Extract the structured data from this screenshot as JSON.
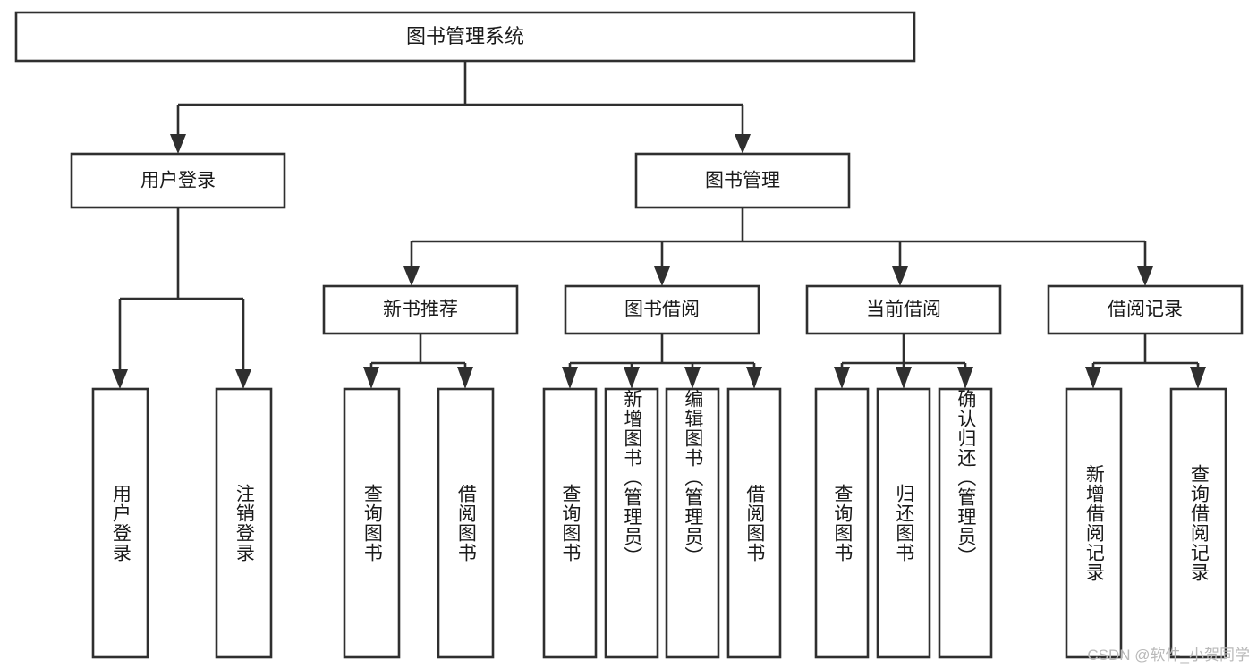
{
  "diagram": {
    "type": "tree",
    "title": "图书管理系统",
    "watermark": "CSDN @软件_小贺同学",
    "colors": {
      "stroke": "#2f2f2f",
      "fill": "#ffffff",
      "text": "#1a1a1a",
      "watermark": "#b9b9b9",
      "background": "#ffffff"
    },
    "root": {
      "label": "图书管理系统"
    },
    "level2": [
      {
        "label": "用户登录"
      },
      {
        "label": "图书管理"
      }
    ],
    "level3": [
      {
        "label": "新书推荐"
      },
      {
        "label": "图书借阅"
      },
      {
        "label": "当前借阅"
      },
      {
        "label": "借阅记录"
      }
    ],
    "leaves": {
      "user_login": [
        {
          "label": "用户登录"
        },
        {
          "label": "注销登录"
        }
      ],
      "new_book": [
        {
          "label": "查询图书"
        },
        {
          "label": "借阅图书"
        }
      ],
      "book_borrow": [
        {
          "label": "查询图书"
        },
        {
          "label": "新增图书（管理员）"
        },
        {
          "label": "编辑图书（管理员）"
        },
        {
          "label": "借阅图书"
        }
      ],
      "current_borrow": [
        {
          "label": "查询图书"
        },
        {
          "label": "归还图书"
        },
        {
          "label": "确认归还（管理员）"
        }
      ],
      "borrow_record": [
        {
          "label": "新增借阅记录"
        },
        {
          "label": "查询借阅记录"
        }
      ]
    }
  }
}
